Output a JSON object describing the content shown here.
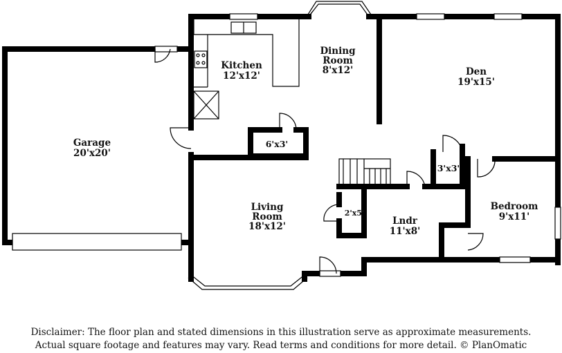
{
  "rooms": {
    "kitchen": {
      "name": "Kitchen",
      "size": "12'x12'"
    },
    "dining": {
      "name_line1": "Dining",
      "name_line2": "Room",
      "size": "8'x12'"
    },
    "den": {
      "name": "Den",
      "size": "19'x15'"
    },
    "garage": {
      "name": "Garage",
      "size": "20'x20'"
    },
    "closet_hall": {
      "size": "6'x3'"
    },
    "closet_3x3": {
      "size": "3'x3'"
    },
    "living": {
      "name_line1": "Living",
      "name_line2": "Room",
      "size": "18'x12'"
    },
    "closet_2x5": {
      "size": "2'x5'"
    },
    "laundry": {
      "name": "Lndr",
      "size": "11'x8'"
    },
    "bedroom": {
      "name": "Bedroom",
      "size": "9'x11'"
    }
  },
  "disclaimer": {
    "line1": "Disclaimer: The floor plan and stated dimensions in this illustration serve as approximate measurements.",
    "line2": "Actual square footage and features may vary. Read terms and conditions for more detail. © PlanOmatic"
  }
}
